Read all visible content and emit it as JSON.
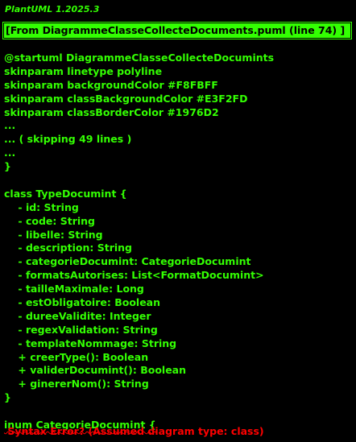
{
  "version": "PlantUML 1.2025.3",
  "source_banner": "[From DiagrammeClasseCollecteDocuments.puml (line 74) ]",
  "code_lines": [
    "@startuml DiagrammeClasseCollecteDocumints",
    "skinparam linetype polyline",
    "skinparam backgroundColor #F8FBFF",
    "skinparam classBackgroundColor #E3F2FD",
    "skinparam classBorderColor #1976D2",
    "...",
    "... ( skipping 49 lines )",
    "...",
    "}",
    "",
    "class TypeDocumint {",
    "    - id: String",
    "    - code: String",
    "    - libelle: String",
    "    - description: String",
    "    - categorieDocumint: CategorieDocumint",
    "    - formatsAutorises: List<FormatDocumint>",
    "    - tailleMaximale: Long",
    "    - estObligatoire: Boolean",
    "    - dureeValidite: Integer",
    "    - regexValidation: String",
    "    - templateNommage: String",
    "    + creerType(): Boolean",
    "    + validerDocumint(): Boolean",
    "    + ginererNom(): String",
    "}",
    "",
    "inum CategorieDocumint {"
  ],
  "error_message": " Syntax Error? (Assumed diagram type: class)",
  "colors": {
    "background": "#000000",
    "text": "#33ff02",
    "error": "#ff0000"
  }
}
